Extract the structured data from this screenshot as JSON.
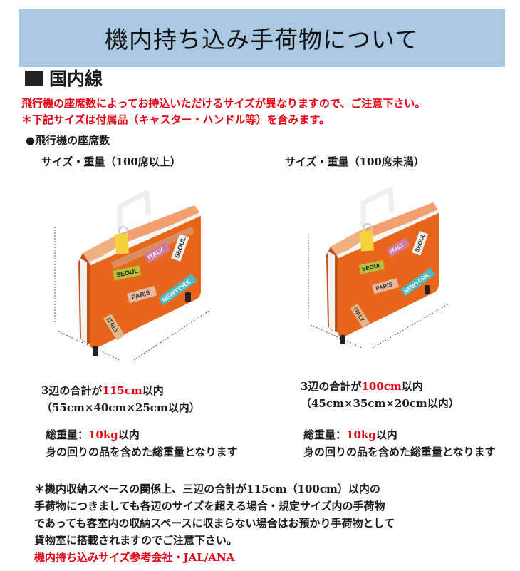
{
  "banner": {
    "title": "機内持ち込み手荷物について",
    "color": "#a9c8e2"
  },
  "section": {
    "title": "国内線"
  },
  "notices": [
    "飛行機の座席数によってお持込いただけるサイズが異なりますので、ご注意下さい。",
    "＊下記サイズは付属品（キャスター・ハンドル等）を含みます。"
  ],
  "subheading": "●飛行機の座席数",
  "columns": [
    {
      "label": "サイズ・重量（100席以上）",
      "sum_prefix": "3辺の合計が",
      "sum_value": "115cm",
      "sum_suffix": "以内",
      "dims": "（55cm×40cm×25cm以内）",
      "weight_prefix": "総重量：",
      "weight_value": "10kg",
      "weight_suffix": "以内",
      "weight_note": "身の回りの品を含めた総重量となります"
    },
    {
      "label": "サイズ・重量（100席未満）",
      "sum_prefix": "3辺の合計が",
      "sum_value": "100cm",
      "sum_suffix": "以内",
      "dims": "（45cm×35cm×20cm以内）",
      "weight_prefix": "総重量：",
      "weight_value": "10kg",
      "weight_suffix": "以内",
      "weight_note": "身の回りの品を含めた総重量となります"
    }
  ],
  "stickers": {
    "seoul": "SEOUL",
    "italy": "ITALY",
    "paris": "PARIS",
    "newyork": "NEWYORK"
  },
  "footer": {
    "lines": [
      "＊機内収納スペースの関係上、三辺の合計が115cm（100cm）以内の",
      "手荷物につきましても各辺のサイズを超える場合・規定サイズ内の手荷物",
      "であっても客室内の収納スペースに収まらない場合はお預かり手荷物として",
      "貨物室に搭載されますのでご注意下さい。"
    ],
    "reference": "機内持ち込みサイズ参考会社・JAL/ANA"
  },
  "colors": {
    "accent_red": "#e60012",
    "suitcase_orange": "#e8661a",
    "tag_yellow": "#f5d23c"
  }
}
